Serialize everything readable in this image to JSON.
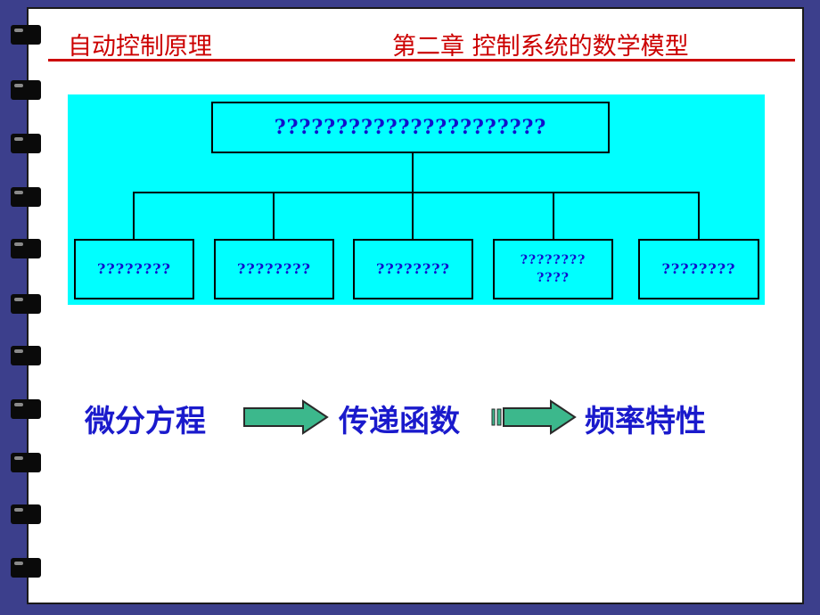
{
  "header": {
    "course_title": "自动控制原理",
    "chapter_title": "第二章  控制系统的数学模型"
  },
  "diagram": {
    "root_label": "??????????????????????",
    "children": [
      {
        "label": "????????"
      },
      {
        "label": "????????"
      },
      {
        "label": "????????"
      },
      {
        "label_line1": "????????",
        "label_line2": "????"
      },
      {
        "label": "????????"
      }
    ]
  },
  "flow": {
    "step1": "微分方程",
    "step2": "传递函数",
    "step3": "频率特性"
  },
  "colors": {
    "background": "#3c3f8c",
    "header_text": "#cc0000",
    "diagram_fill": "#00ffff",
    "diagram_text": "#1010cc",
    "flow_text": "#1a1acc",
    "arrow_fill": "#3cb88c"
  }
}
